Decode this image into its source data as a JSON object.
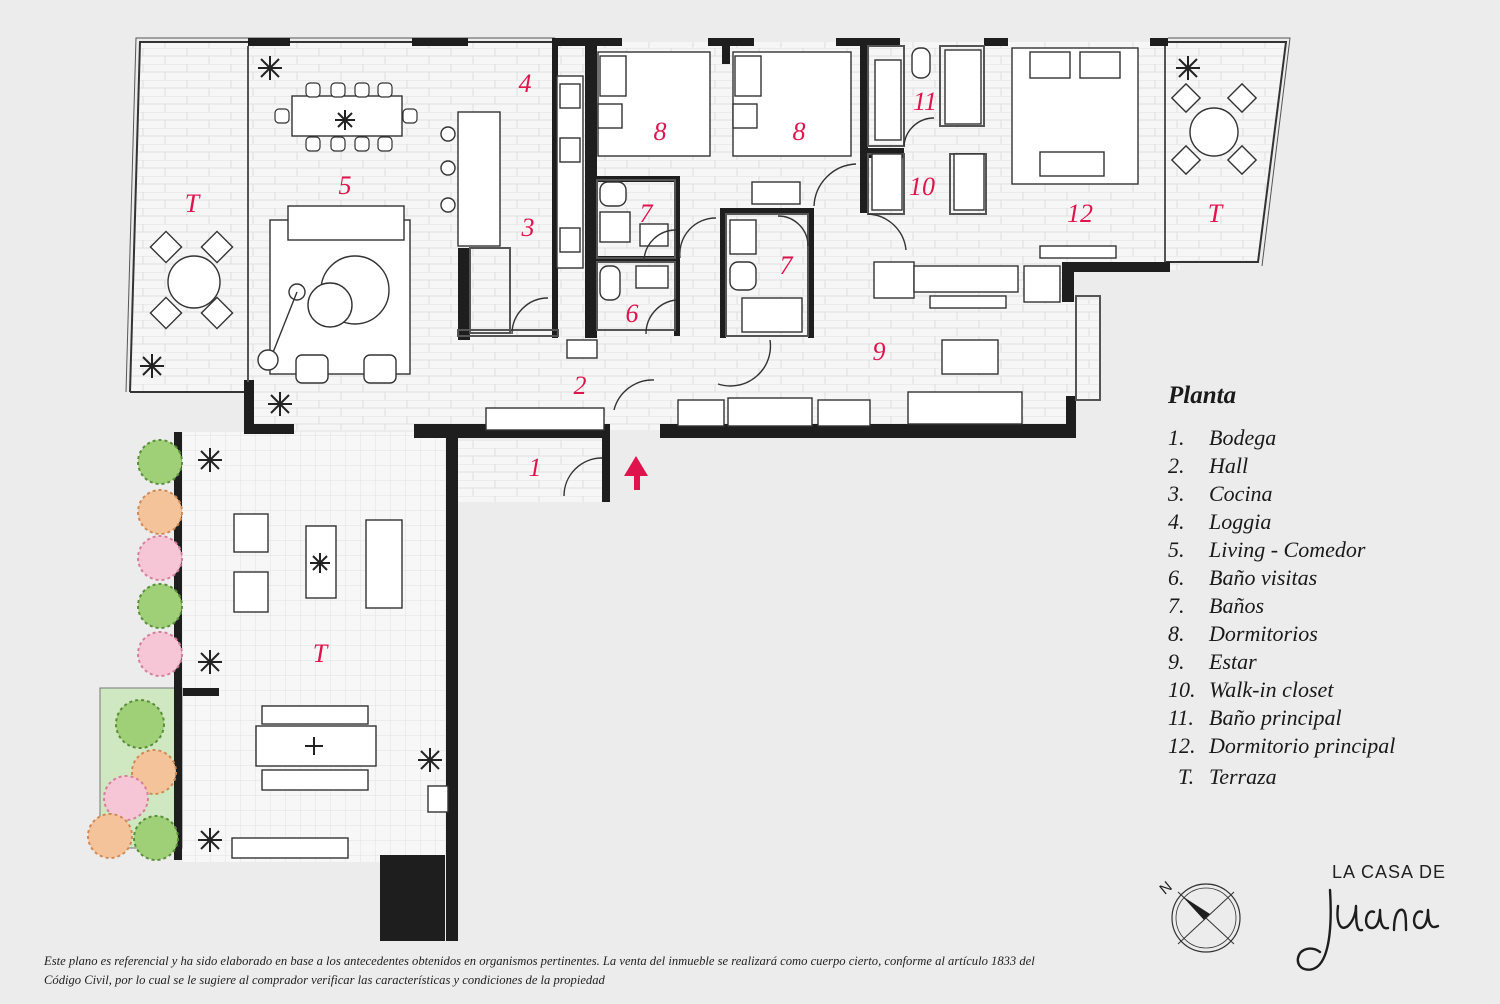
{
  "rooms": [
    {
      "id": "r1",
      "label": "1"
    },
    {
      "id": "r2",
      "label": "2"
    },
    {
      "id": "r3",
      "label": "3"
    },
    {
      "id": "r4",
      "label": "4"
    },
    {
      "id": "r5",
      "label": "5"
    },
    {
      "id": "r6",
      "label": "6"
    },
    {
      "id": "r7a",
      "label": "7"
    },
    {
      "id": "r7b",
      "label": "7"
    },
    {
      "id": "r8a",
      "label": "8"
    },
    {
      "id": "r8b",
      "label": "8"
    },
    {
      "id": "r9",
      "label": "9"
    },
    {
      "id": "r10",
      "label": "10"
    },
    {
      "id": "r11",
      "label": "11"
    },
    {
      "id": "r12",
      "label": "12"
    },
    {
      "id": "t1",
      "label": "T"
    },
    {
      "id": "t2",
      "label": "T"
    },
    {
      "id": "t3",
      "label": "T"
    }
  ],
  "legend": {
    "title": "Planta",
    "items": [
      {
        "num": "1.",
        "name": "Bodega"
      },
      {
        "num": "2.",
        "name": "Hall"
      },
      {
        "num": "3.",
        "name": "Cocina"
      },
      {
        "num": "4.",
        "name": "Loggia"
      },
      {
        "num": "5.",
        "name": "Living - Comedor"
      },
      {
        "num": "6.",
        "name": "Baño visitas"
      },
      {
        "num": "7.",
        "name": "Baños"
      },
      {
        "num": "8.",
        "name": "Dormitorios"
      },
      {
        "num": "9.",
        "name": "Estar"
      },
      {
        "num": "10.",
        "name": "Walk-in closet"
      },
      {
        "num": "11.",
        "name": "Baño principal"
      },
      {
        "num": "12.",
        "name": "Dormitorio principal"
      },
      {
        "num": "T.",
        "name": "Terraza"
      }
    ]
  },
  "compass": {
    "north_label": "N"
  },
  "logo": {
    "top_text": "LA CASA DE",
    "script_text": "Juana"
  },
  "disclaimer": "Este plano es referencial y ha sido elaborado en base a los antecedentes obtenidos en organismos pertinentes.  La venta del inmueble se realizará como cuerpo cierto, conforme al artículo 1833 del Código Civil, por lo cual se le sugiere al comprador verificar las características y condiciones de la propiedad",
  "colors": {
    "background": "#ececec",
    "wall": "#1e1e1e",
    "room_number": "#e0144c",
    "entry_arrow": "#e0144c",
    "garden_green": "#cfe8c2"
  },
  "icons": [
    "entry-arrow-icon",
    "compass-icon",
    "plant-icon",
    "shrub-icon"
  ]
}
